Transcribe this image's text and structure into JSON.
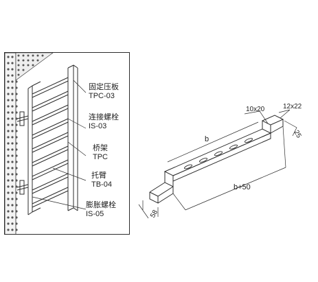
{
  "left_labels": {
    "fixing_plate_cn": "固定压板",
    "fixing_plate_code": "TPC-03",
    "connecting_bolt_cn": "连接螺栓",
    "connecting_bolt_code": "IS-03",
    "bridge_cn": "桥架",
    "bridge_code": "TPC",
    "bracket_cn": "托臂",
    "bracket_code": "TB-04",
    "expansion_bolt_cn": "膨胀螺栓",
    "expansion_bolt_code": "IS-05"
  },
  "right_dimensions": {
    "slot_size": "10x20",
    "end_slot_size": "12x22",
    "b_label": "b",
    "b_plus_label": "b+50",
    "width_label": "58",
    "height_label": "25"
  },
  "colors": {
    "line": "#2b2b2b",
    "wall_hatch": "#555555"
  }
}
